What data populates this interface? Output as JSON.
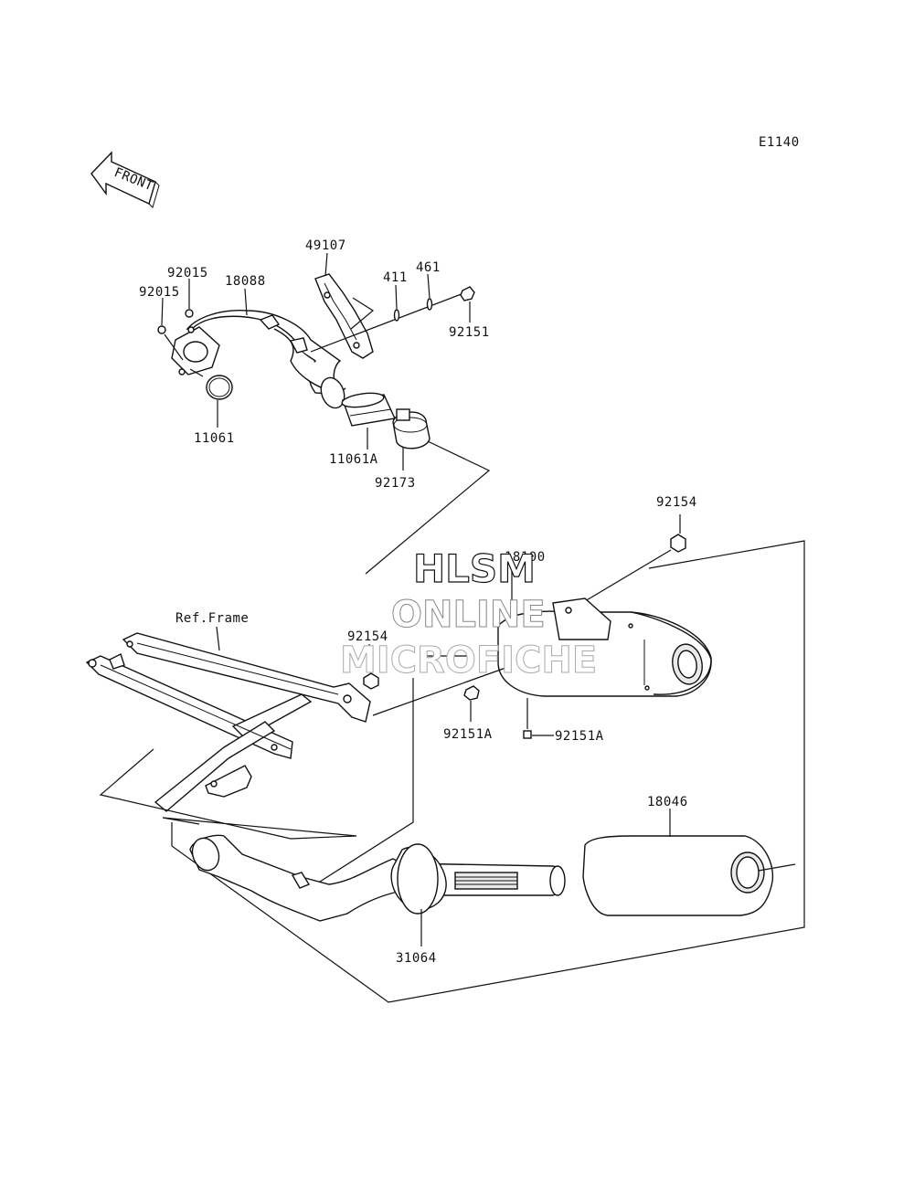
{
  "diagram_code": "E1140",
  "front_arrow_text": "FRONT",
  "frame_reference": "Ref.Frame",
  "callouts": {
    "p92015_top": "92015",
    "p92015_left": "92015",
    "p18088": "18088",
    "p49107": "49107",
    "p411": "411",
    "p461": "461",
    "p92151": "92151",
    "p11061": "11061",
    "p11061A": "11061A",
    "p92173": "92173",
    "p92154_top": "92154",
    "p18100": "18100",
    "p92154_mid": "92154",
    "p92151A_left": "92151A",
    "p92151A_right": "92151A",
    "p18046": "18046",
    "p31064": "31064"
  },
  "watermark": {
    "line1": "HLSM",
    "line2": "ONLINE",
    "line3": "MICROFICHE"
  }
}
